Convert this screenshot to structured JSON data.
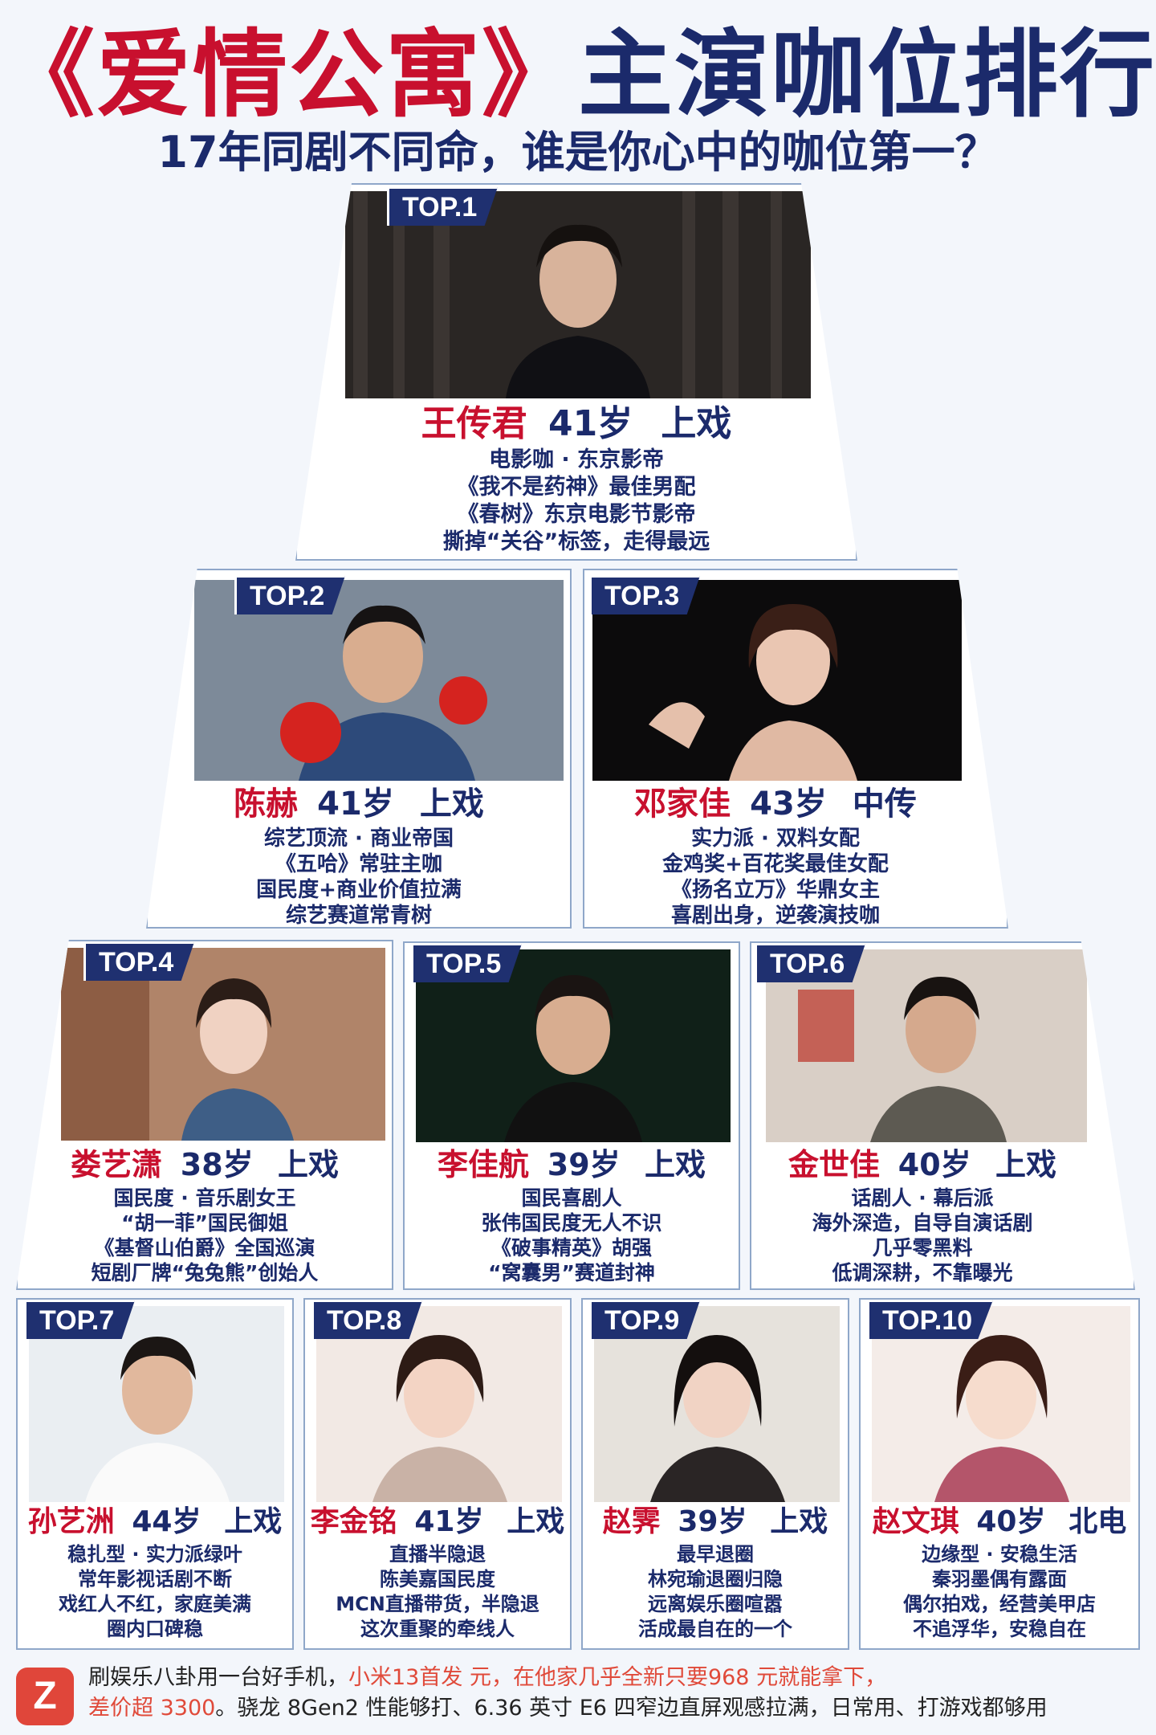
{
  "header": {
    "title_red": "《爱情公寓》",
    "title_navy": "主演咖位排行",
    "subtitle": "17年同剧不同命，谁是你心中的咖位第一？"
  },
  "colors": {
    "accent_red": "#c8102e",
    "navy": "#1b2a6b",
    "tag_bg": "#1f3070"
  },
  "rank_cards": [
    {
      "rank": "TOP.1",
      "name": "王传君",
      "age": "41岁",
      "school": "上戏",
      "lines": [
        "电影咖 · 东京影帝",
        "《我不是药神》最佳男配",
        "《春树》东京电影节影帝",
        "撕掉“关谷”标签，走得最远"
      ]
    },
    {
      "rank": "TOP.2",
      "name": "陈赫",
      "age": "41岁",
      "school": "上戏",
      "lines": [
        "综艺顶流 · 商业帝国",
        "《五哈》常驻主咖",
        "国民度+商业价值拉满",
        "综艺赛道常青树"
      ]
    },
    {
      "rank": "TOP.3",
      "name": "邓家佳",
      "age": "43岁",
      "school": "中传",
      "lines": [
        "实力派 · 双料女配",
        "金鸡奖+百花奖最佳女配",
        "《扬名立万》华鼎女主",
        "喜剧出身，逆袭演技咖"
      ]
    },
    {
      "rank": "TOP.4",
      "name": "娄艺潇",
      "age": "38岁",
      "school": "上戏",
      "lines": [
        "国民度 · 音乐剧女王",
        "“胡一菲”国民御姐",
        "《基督山伯爵》全国巡演",
        "短剧厂牌“兔兔熊”创始人"
      ]
    },
    {
      "rank": "TOP.5",
      "name": "李佳航",
      "age": "39岁",
      "school": "上戏",
      "lines": [
        "国民喜剧人",
        "张伟国民度无人不识",
        "《破事精英》胡强",
        "“窝囊男”赛道封神"
      ]
    },
    {
      "rank": "TOP.6",
      "name": "金世佳",
      "age": "40岁",
      "school": "上戏",
      "lines": [
        "话剧人 · 幕后派",
        "海外深造，自导自演话剧",
        "几乎零黑料",
        "低调深耕，不靠曝光"
      ]
    },
    {
      "rank": "TOP.7",
      "name": "孙艺洲",
      "age": "44岁",
      "school": "上戏",
      "lines": [
        "稳扎型 · 实力派绿叶",
        "常年影视话剧不断",
        "戏红人不红，家庭美满",
        "圈内口碑稳"
      ]
    },
    {
      "rank": "TOP.8",
      "name": "李金铭",
      "age": "41岁",
      "school": "上戏",
      "lines": [
        "直播半隐退",
        "陈美嘉国民度",
        "MCN直播带货，半隐退",
        "这次重聚的牵线人"
      ]
    },
    {
      "rank": "TOP.9",
      "name": "赵霁",
      "age": "39岁",
      "school": "上戏",
      "lines": [
        "最早退圈",
        "林宛瑜退圈归隐",
        "远离娱乐圈喧嚣",
        "活成最自在的一个"
      ]
    },
    {
      "rank": "TOP.10",
      "name": "赵文琪",
      "age": "40岁",
      "school": "北电",
      "lines": [
        "边缘型 · 安稳生活",
        "秦羽墨偶有露面",
        "偶尔拍戏，经营美甲店",
        "不追浮华，安稳自在"
      ]
    }
  ],
  "footer": {
    "logo_icon": "Z",
    "seg1": "刷娱乐八卦用一台好手机，",
    "seg2": "小米13首发",
    "seg3": "  元，在他家几乎全新只要",
    "seg4": "968 元就能拿下，",
    "seg5": "差价超 3300",
    "seg6": "。骁龙 8Gen2 性能够打、6.36 英寸 E6 四窄边直屏观感拉满，日常用、打游戏都够用"
  }
}
